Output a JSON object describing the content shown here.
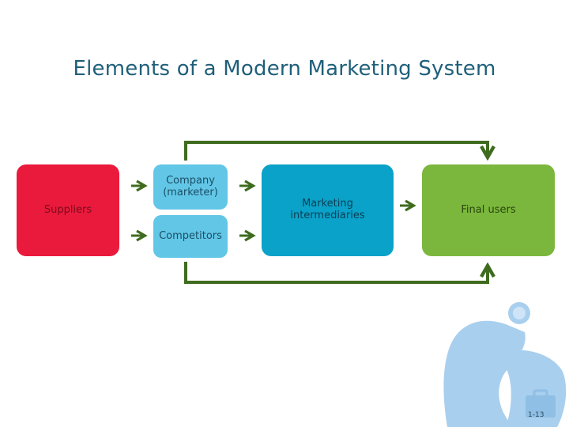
{
  "slide": {
    "title": "Elements of a Modern Marketing System",
    "page_number": "1-13"
  },
  "diagram": {
    "nodes": {
      "suppliers": "Suppliers",
      "company": "Company\n(marketer)",
      "competitors": "Competitors",
      "intermediaries": "Marketing\nintermediaries",
      "final_users": "Final users"
    }
  },
  "colors": {
    "suppliers": "#ea1a3c",
    "company": "#62c6e6",
    "intermediaries": "#0aa2c8",
    "final_users": "#7bb73c",
    "arrows": "#3f6b1f"
  },
  "decoration": {
    "icon": "person-with-lightbulb-silhouette-icon"
  }
}
